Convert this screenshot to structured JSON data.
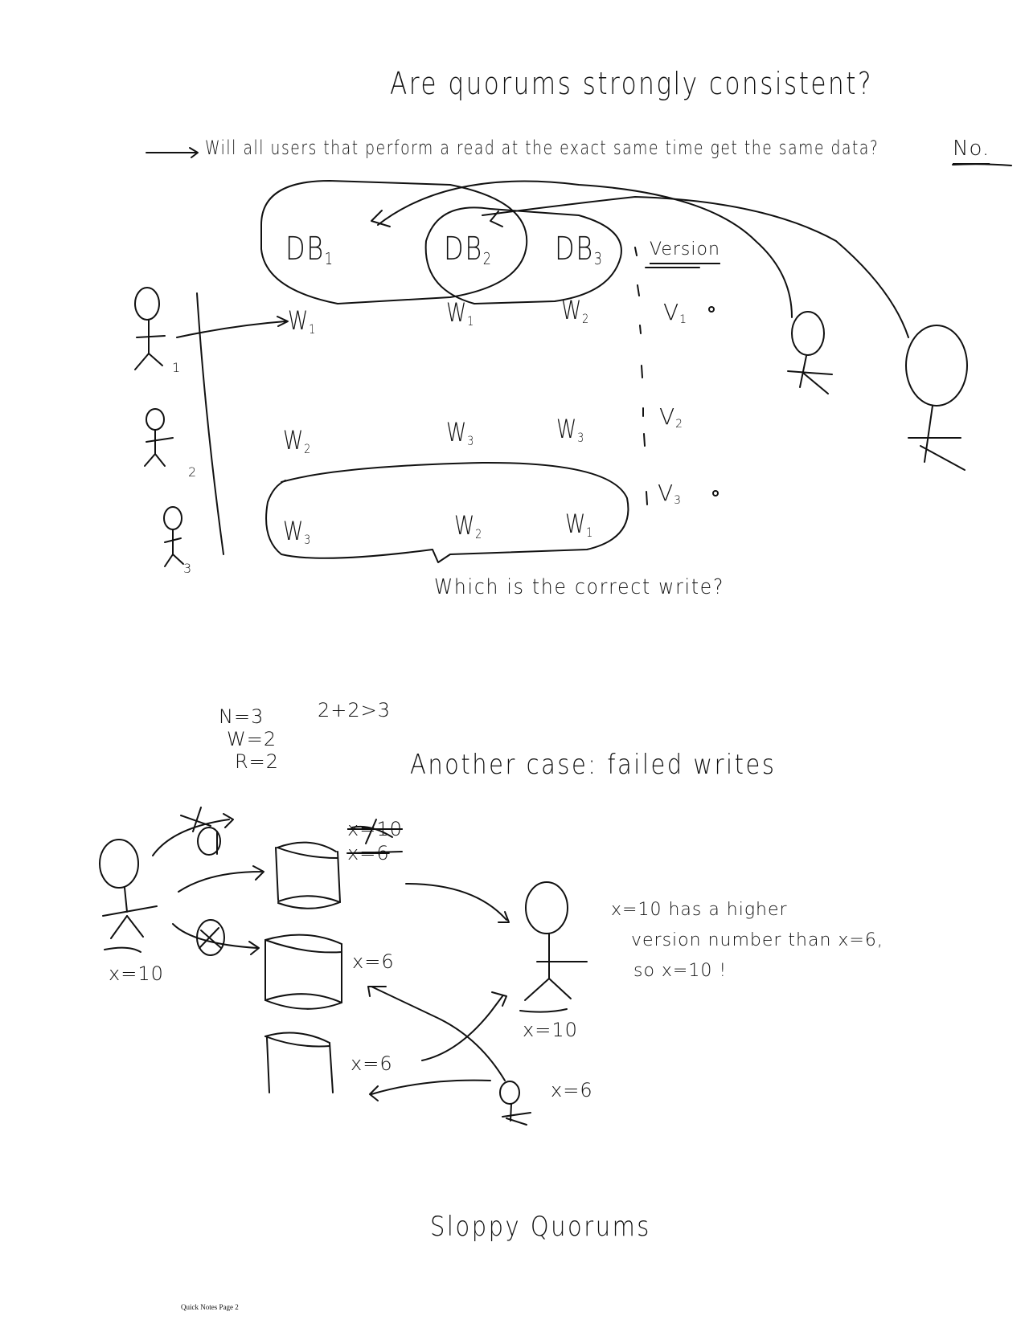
{
  "page": {
    "type": "handwritten-notes",
    "footer": "Quick Notes Page 2"
  },
  "section1": {
    "title": "Are quorums strongly consistent?",
    "question": "Will all users that perform a read at the exact same time get the same data?",
    "answer": "No.",
    "databases": [
      {
        "label": "DB",
        "sub": "1"
      },
      {
        "label": "DB",
        "sub": "2"
      },
      {
        "label": "DB",
        "sub": "3"
      }
    ],
    "version_header": "Version",
    "users": [
      {
        "label": "1"
      },
      {
        "label": "2"
      },
      {
        "label": "3"
      }
    ],
    "rows": [
      {
        "cells": [
          {
            "w": "W",
            "sub": "1"
          },
          {
            "w": "W",
            "sub": "1"
          },
          {
            "w": "W",
            "sub": "2"
          }
        ],
        "version": {
          "v": "V",
          "sub": "1"
        }
      },
      {
        "cells": [
          {
            "w": "W",
            "sub": "2"
          },
          {
            "w": "W",
            "sub": "3"
          },
          {
            "w": "W",
            "sub": "3"
          }
        ],
        "version": {
          "v": "V",
          "sub": "2"
        }
      },
      {
        "cells": [
          {
            "w": "W",
            "sub": "3"
          },
          {
            "w": "W",
            "sub": "2"
          },
          {
            "w": "W",
            "sub": "1"
          }
        ],
        "version": {
          "v": "V",
          "sub": "3"
        }
      }
    ],
    "footnote_question": "Which is the correct write?"
  },
  "section2": {
    "params": {
      "n": "N=3",
      "w": "W=2",
      "r": "R=2",
      "check": "2+2>3"
    },
    "title": "Another case: failed writes",
    "writer_value": "x=10",
    "db_values": [
      {
        "old": "x=10",
        "current": "x=6",
        "both_struck": true
      },
      {
        "current": "x=6"
      },
      {
        "current": "x=6"
      }
    ],
    "reader1_value": "x=10",
    "reader2_value": "x=6",
    "explanation": [
      "x=10 has a higher",
      "version number than x=6,",
      "so x=10 !"
    ]
  },
  "section3": {
    "title": "Sloppy Quorums"
  }
}
